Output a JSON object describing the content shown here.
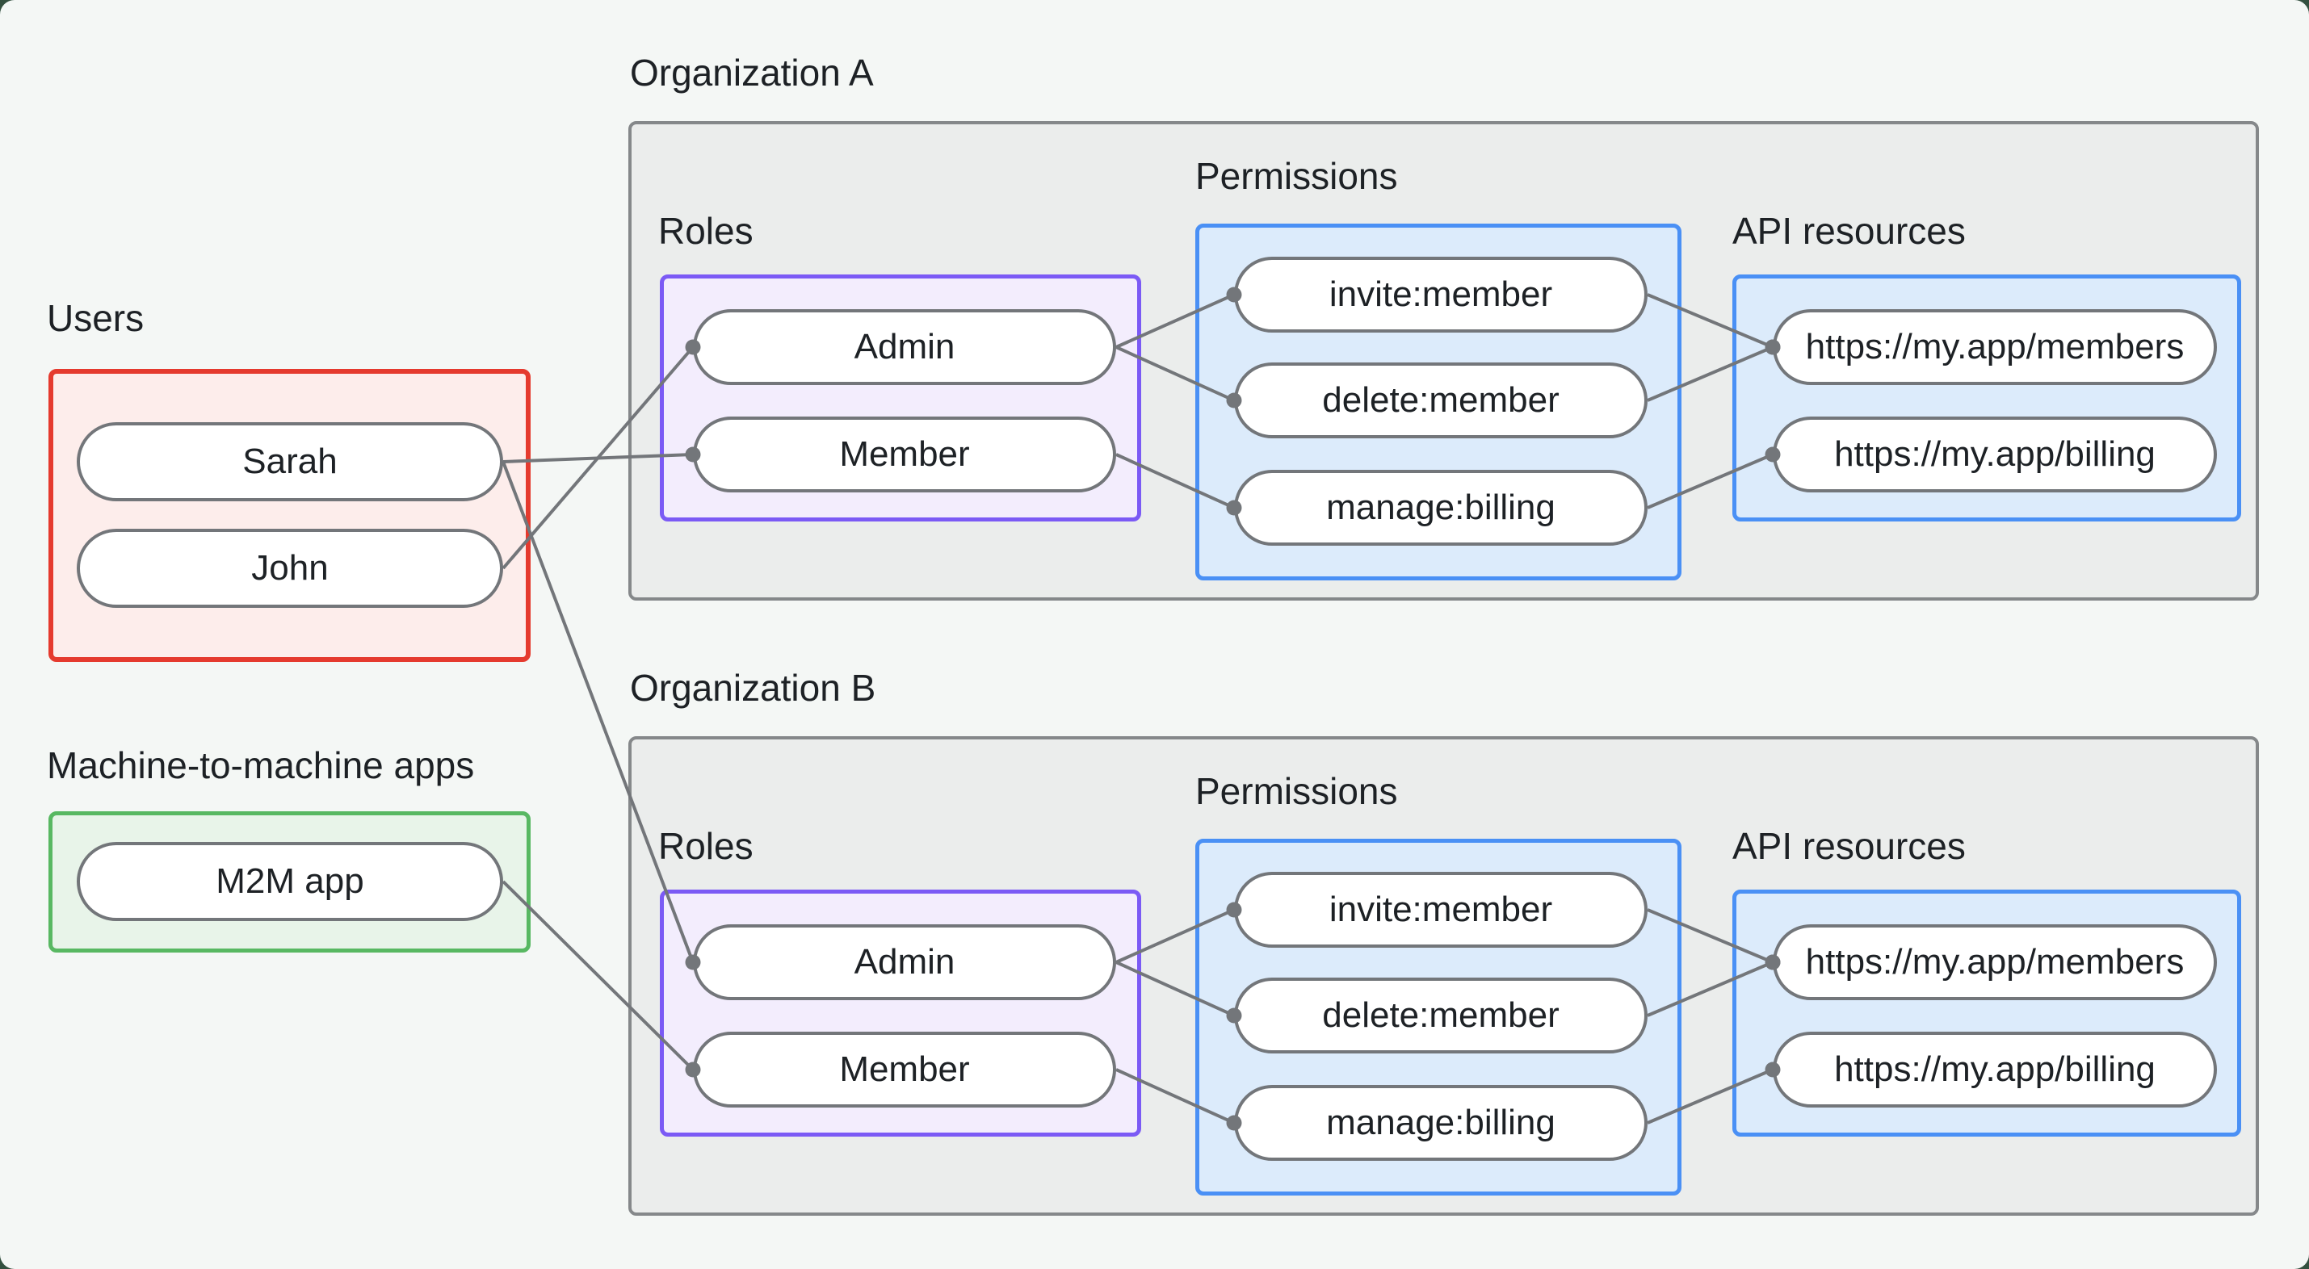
{
  "colors": {
    "canvas_outer": "#33503f",
    "canvas_bg": "#f4f7f5",
    "org_fill": "#ebedec",
    "org_border": "#85888a",
    "users_fill": "#fdedeb",
    "users_border": "#e53a2e",
    "m2m_fill": "#e8f4e9",
    "m2m_border": "#58b862",
    "roles_fill": "#f3edfd",
    "roles_border": "#7b5af5",
    "blue_fill": "#dcebfb",
    "blue_border": "#4a90f5",
    "pill_fill": "#ffffff",
    "pill_border": "#73767a",
    "connector": "#73767a",
    "text": "#1d2125"
  },
  "groups": {
    "users": {
      "label": "Users",
      "items": [
        {
          "id": "sarah",
          "label": "Sarah"
        },
        {
          "id": "john",
          "label": "John"
        }
      ]
    },
    "m2m": {
      "label": "Machine-to-machine apps",
      "items": [
        {
          "id": "m2m",
          "label": "M2M app"
        }
      ]
    }
  },
  "orgs": [
    {
      "label": "Organization A",
      "roles": {
        "label": "Roles",
        "items": [
          {
            "id": "a-admin",
            "label": "Admin"
          },
          {
            "id": "a-member",
            "label": "Member"
          }
        ]
      },
      "permissions": {
        "label": "Permissions",
        "items": [
          {
            "id": "a-invite",
            "label": "invite:member"
          },
          {
            "id": "a-delete",
            "label": "delete:member"
          },
          {
            "id": "a-manage",
            "label": "manage:billing"
          }
        ]
      },
      "api": {
        "label": "API resources",
        "items": [
          {
            "id": "a-members",
            "label": "https://my.app/members"
          },
          {
            "id": "a-billing",
            "label": "https://my.app/billing"
          }
        ]
      }
    },
    {
      "label": "Organization B",
      "roles": {
        "label": "Roles",
        "items": [
          {
            "id": "b-admin",
            "label": "Admin"
          },
          {
            "id": "b-member",
            "label": "Member"
          }
        ]
      },
      "permissions": {
        "label": "Permissions",
        "items": [
          {
            "id": "b-invite",
            "label": "invite:member"
          },
          {
            "id": "b-delete",
            "label": "delete:member"
          },
          {
            "id": "b-manage",
            "label": "manage:billing"
          }
        ]
      },
      "api": {
        "label": "API resources",
        "items": [
          {
            "id": "b-members",
            "label": "https://my.app/members"
          },
          {
            "id": "b-billing",
            "label": "https://my.app/billing"
          }
        ]
      }
    }
  ],
  "edges": [
    {
      "from": "sarah",
      "to": "a-member"
    },
    {
      "from": "john",
      "to": "a-admin"
    },
    {
      "from": "sarah",
      "to": "b-admin"
    },
    {
      "from": "m2m",
      "to": "b-member"
    },
    {
      "from": "a-admin",
      "to": "a-invite"
    },
    {
      "from": "a-admin",
      "to": "a-delete"
    },
    {
      "from": "a-member",
      "to": "a-manage"
    },
    {
      "from": "a-invite",
      "to": "a-members"
    },
    {
      "from": "a-delete",
      "to": "a-members"
    },
    {
      "from": "a-manage",
      "to": "a-billing"
    },
    {
      "from": "b-admin",
      "to": "b-invite"
    },
    {
      "from": "b-admin",
      "to": "b-delete"
    },
    {
      "from": "b-member",
      "to": "b-manage"
    },
    {
      "from": "b-invite",
      "to": "b-members"
    },
    {
      "from": "b-delete",
      "to": "b-members"
    },
    {
      "from": "b-manage",
      "to": "b-billing"
    }
  ]
}
